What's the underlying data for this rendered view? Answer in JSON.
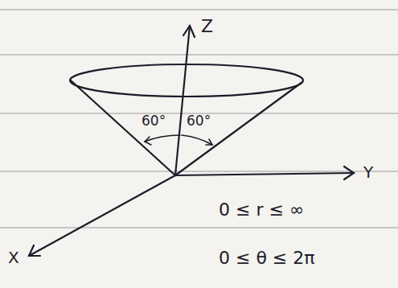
{
  "diagram": {
    "labels": [
      "Z",
      "Y",
      "X",
      "60°",
      "60°",
      "0 ≤ r ≤ ∞",
      "0 ≤ θ ≤ 2π"
    ]
  }
}
